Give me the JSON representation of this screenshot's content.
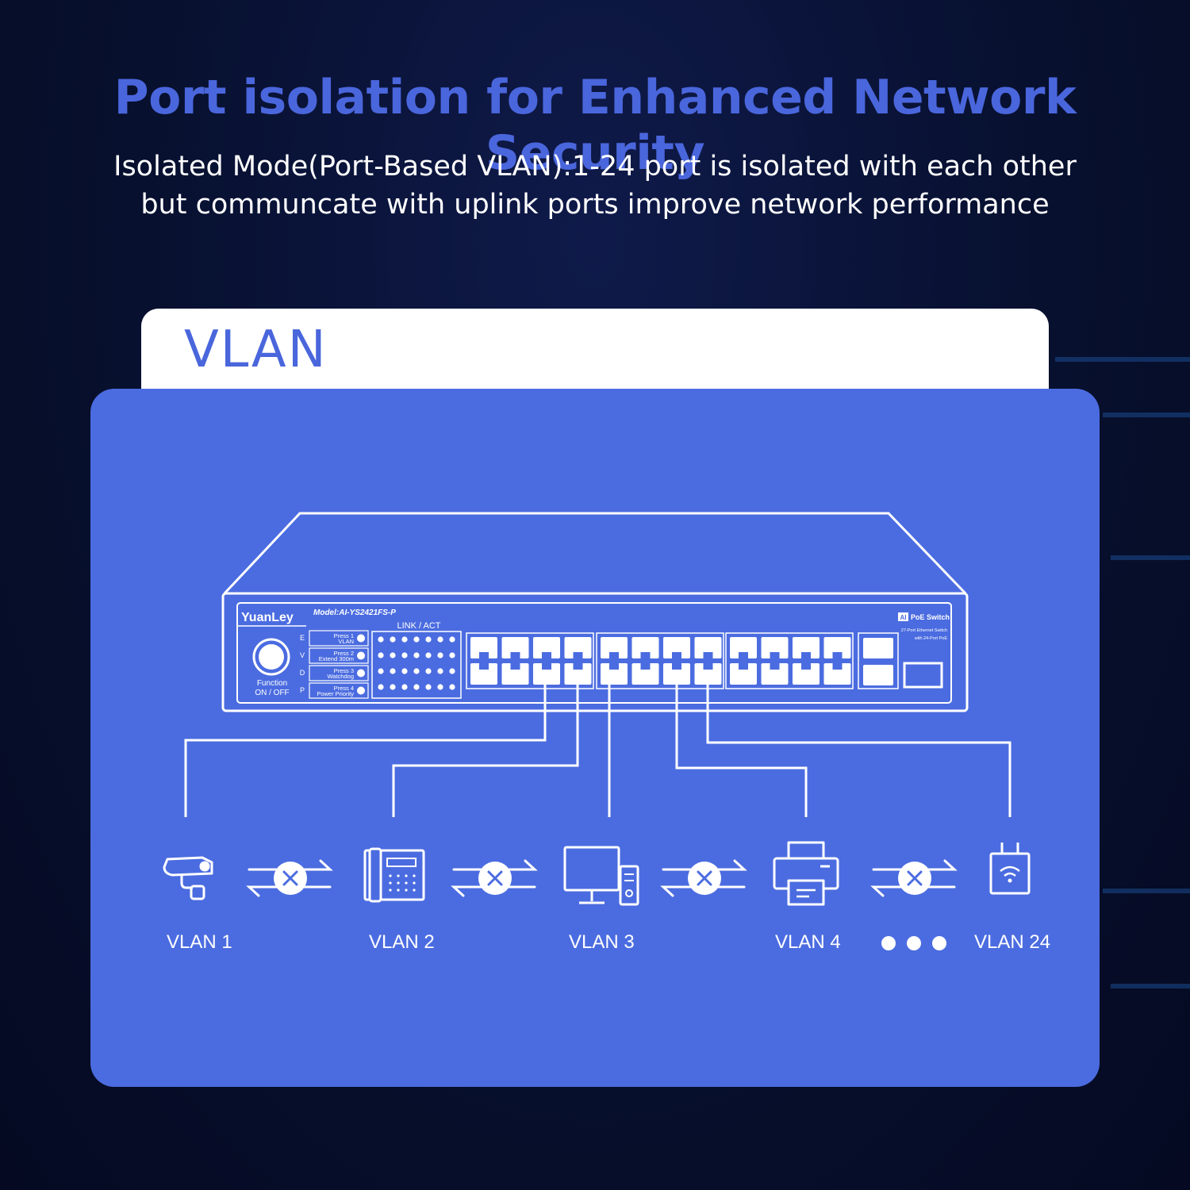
{
  "headline": "Port isolation for Enhanced Network Security",
  "subtitle": {
    "line1": "Isolated Mode(Port-Based VLAN):1-24 port is isolated with each other",
    "line2": "but communcate with uplink ports improve network performance"
  },
  "section_title": "VLAN",
  "switch": {
    "brand": "YuanLey",
    "model": "Model:AI-YS2421FS-P",
    "link_act": "LINK / ACT",
    "function_label": "Function",
    "on_off": "ON / OFF",
    "modes": [
      {
        "letter": "E",
        "line1": "Press 1",
        "line2": "VLAN"
      },
      {
        "letter": "V",
        "line1": "Press 2",
        "line2": "Extend 300m"
      },
      {
        "letter": "D",
        "line1": "Press 3",
        "line2": "Watchdog"
      },
      {
        "letter": "P",
        "line1": "Press 4",
        "line2": "Power Priority"
      }
    ],
    "ai_badge": "AI",
    "badge_text": "PoE Switch",
    "desc_line1": "27-Port Ethernet Switch",
    "desc_line2": "with 24-Port PoE"
  },
  "devices": [
    {
      "icon": "security-camera-icon",
      "label": "VLAN 1"
    },
    {
      "icon": "desk-phone-icon",
      "label": "VLAN 2"
    },
    {
      "icon": "desktop-computer-icon",
      "label": "VLAN 3"
    },
    {
      "icon": "printer-icon",
      "label": "VLAN 4"
    },
    {
      "icon": "wifi-access-point-icon",
      "label": "VLAN 24"
    }
  ],
  "colors": {
    "accent": "#4a66dc",
    "panel": "#4b6ce0",
    "background": "#07102e",
    "line": "#ffffff"
  }
}
